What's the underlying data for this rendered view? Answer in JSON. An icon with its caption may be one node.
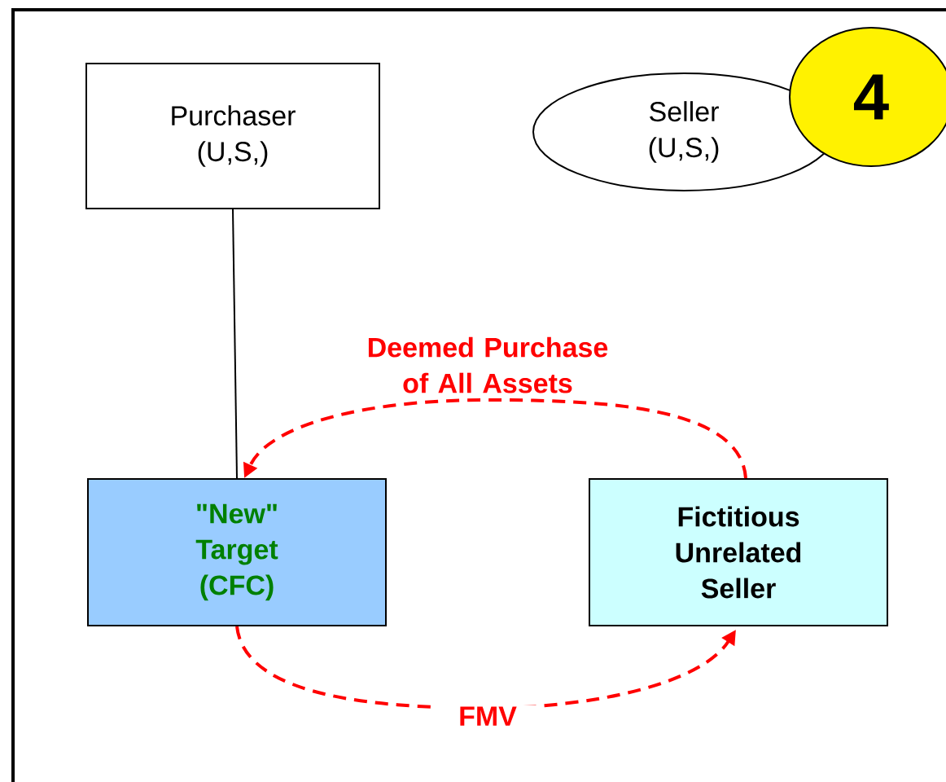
{
  "diagram": {
    "nodes": [
      {
        "text": [
          "Purchaser (U,S,)"
        ]
      },
      {
        "text": [
          "Seller (U,S,)"
        ]
      },
      {
        "text": [
          "4"
        ]
      },
      {
        "text": [
          "\"New\" Target (CFC)"
        ]
      },
      {
        "text": [
          "Fictitious Unrelated Seller"
        ]
      }
    ],
    "edges": [
      {
        "from": 0,
        "to": 3,
        "arrow": "none",
        "color": "#000000"
      },
      {
        "from": 4,
        "to": 3,
        "arrow": "to",
        "label": "Deemed Purchase of All Assets",
        "style": "dashed"
      },
      {
        "from": 3,
        "to": 4,
        "arrow": "to",
        "label": "FMV",
        "style": "dashed"
      }
    ]
  }
}
